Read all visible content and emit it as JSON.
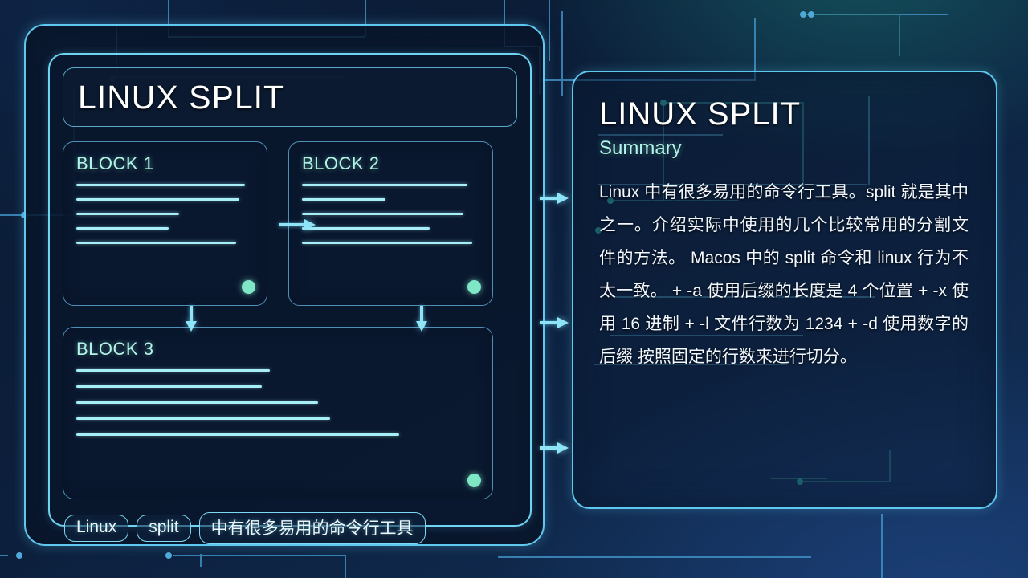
{
  "theme": {
    "accent_cyan": "#6fd3f2",
    "accent_mint": "#7fe6c6",
    "panel_bg": "#0a172b",
    "background": "#0b1b33",
    "text_primary": "#ffffff",
    "text_cyan": "#b2f3ec"
  },
  "left_panel": {
    "title": "LINUX SPLIT",
    "blocks": [
      {
        "label": "BLOCK 1",
        "line_widths": [
          95,
          92,
          58,
          52,
          90
        ]
      },
      {
        "label": "BLOCK 2",
        "line_widths": [
          93,
          47,
          91,
          72,
          96
        ]
      },
      {
        "label": "BLOCK 3",
        "line_widths": [
          48,
          46,
          60,
          63,
          80
        ]
      }
    ],
    "tags": [
      "Linux",
      "split",
      "中有很多易用的命令行工具"
    ]
  },
  "right_panel": {
    "title": "LINUX SPLIT",
    "subtitle": "Summary",
    "body": "Linux 中有很多易用的命令行工具。split 就是其中之一。介绍实际中使用的几个比较常用的分割文件的方法。 Macos 中的 split 命令和 linux 行为不太一致。 + -a 使用后缀的长度是 4 个位置 + -x 使用 16 进制 + -l 文件行数为 1234 + -d 使用数字的后缀 按照固定的行数来进行切分。"
  },
  "connectors": {
    "block1_to_block2": "arrow-right",
    "block1_to_block3": "arrow-down",
    "block2_to_block3": "arrow-down",
    "panel_links": [
      "arrow-right",
      "arrow-right",
      "arrow-right"
    ]
  }
}
